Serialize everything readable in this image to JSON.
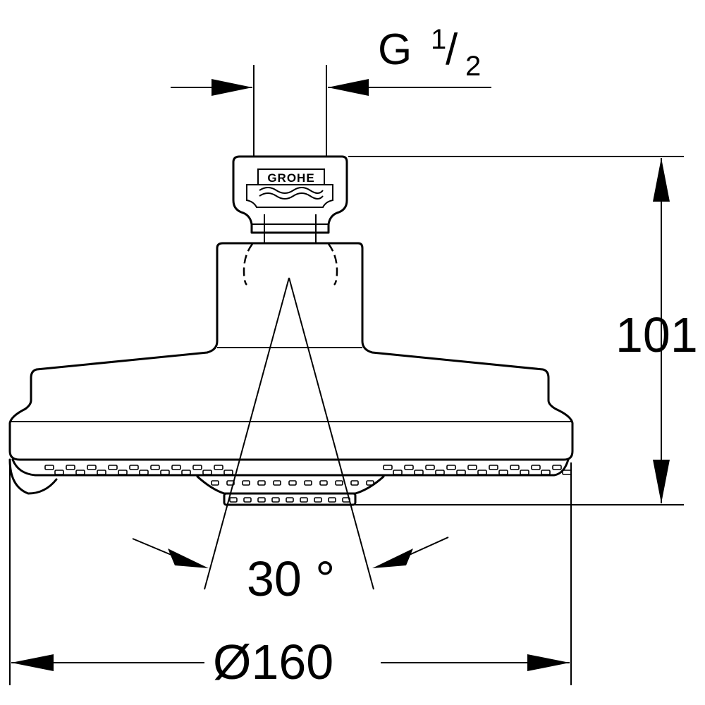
{
  "drawing": {
    "subject": "",
    "brand_logo": "GROHE"
  },
  "dimensions": {
    "thread": {
      "prefix": "G",
      "numerator": "1",
      "slash": "/",
      "denominator": "2"
    },
    "height": "101",
    "spray_angle": "30 °",
    "diameter": "Ø160"
  },
  "colors": {
    "line": "#000000",
    "background": "#ffffff"
  }
}
